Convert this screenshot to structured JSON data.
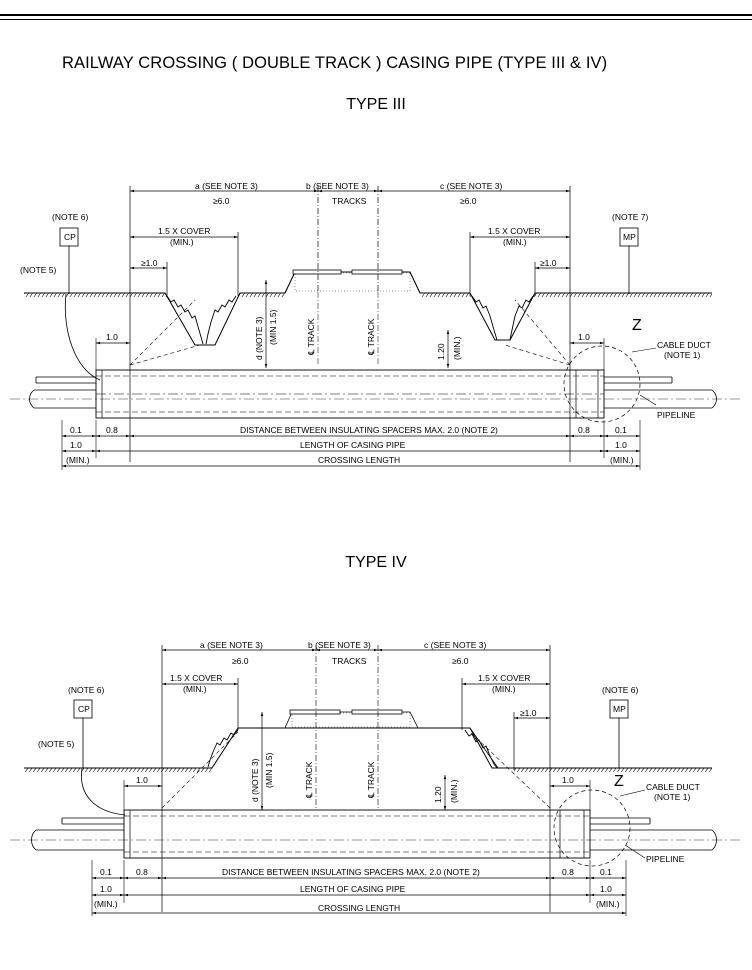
{
  "title": "RAILWAY CROSSING ( DOUBLE TRACK ) CASING PIPE (TYPE III & IV)",
  "type3": {
    "heading": "TYPE III",
    "note6": "(NOTE 6)",
    "cp": "CP",
    "note5": "(NOTE 5)",
    "note7": "(NOTE 7)",
    "mp": "MP",
    "a_label": "a (SEE NOTE 3)",
    "b_label": "b (SEE NOTE 3)",
    "c_label": "c (SEE NOTE 3)",
    "a_min": "≥6.0",
    "c_min": "≥6.0",
    "tracks": "TRACKS",
    "cover_left": "1.5 X COVER",
    "cover_left_min": "(MIN.)",
    "cover_right": "1.5 X COVER",
    "cover_right_min": "(MIN.)",
    "ge10_left": "≥1.0",
    "ge10_right": "≥1.0",
    "d_label": "d (NOTE 3)",
    "d_min": "(MIN 1.5)",
    "track1": "℄ TRACK",
    "track2": "℄ TRACK",
    "dim_120": "1.20",
    "dim_120_min": "(MIN.)",
    "dim_10_left": "1.0",
    "dim_10_right": "1.0",
    "z": "Z",
    "cable_duct": "CABLE DUCT",
    "cable_note": "(NOTE 1)",
    "pipeline": "PIPELINE",
    "d01_left": "0.1",
    "d08_left": "0.8",
    "spacers": "DISTANCE BETWEEN INSULATING SPACERS MAX. 2.0 (NOTE 2)",
    "d08_right": "0.8",
    "d01_right": "0.1",
    "d10_left": "1.0",
    "casing_length": "LENGTH OF CASING PIPE",
    "d10_right": "1.0",
    "min_left": "(MIN.)",
    "crossing_length": "CROSSING LENGTH",
    "min_right": "(MIN.)"
  },
  "type4": {
    "heading": "TYPE IV",
    "note6": "(NOTE 6)",
    "cp": "CP",
    "note5": "(NOTE 5)",
    "note7": "(NOTE 6)",
    "mp": "MP",
    "a_label": "a (SEE NOTE 3)",
    "b_label": "b (SEE NOTE 3)",
    "c_label": "c (SEE NOTE 3)",
    "a_min": "≥6.0",
    "c_min": "≥6.0",
    "tracks": "TRACKS",
    "cover_left": "1.5 X COVER",
    "cover_left_min": "(MIN.)",
    "cover_right": "1.5 X COVER",
    "cover_right_min": "(MIN.)",
    "ge10_right": "≥1.0",
    "d_label": "d (NOTE 3)",
    "d_min": "(MIN 1.5)",
    "track1": "℄ TRACK",
    "track2": "℄ TRACK",
    "dim_120": "1.20",
    "dim_120_min": "(MIN.)",
    "dim_10_left": "1.0",
    "dim_10_right": "1.0",
    "z": "Z",
    "cable_duct": "CABLE DUCT",
    "cable_note": "(NOTE 1)",
    "pipeline": "PIPELINE",
    "d01_left": "0.1",
    "d08_left": "0.8",
    "spacers": "DISTANCE BETWEEN INSULATING SPACERS MAX. 2.0 (NOTE 2)",
    "d08_right": "0.8",
    "d01_right": "0.1",
    "d10_left": "1.0",
    "casing_length": "LENGTH OF CASING PIPE",
    "d10_right": "1.0",
    "min_left": "(MIN.)",
    "crossing_length": "CROSSING LENGTH",
    "min_right": "(MIN.)"
  }
}
